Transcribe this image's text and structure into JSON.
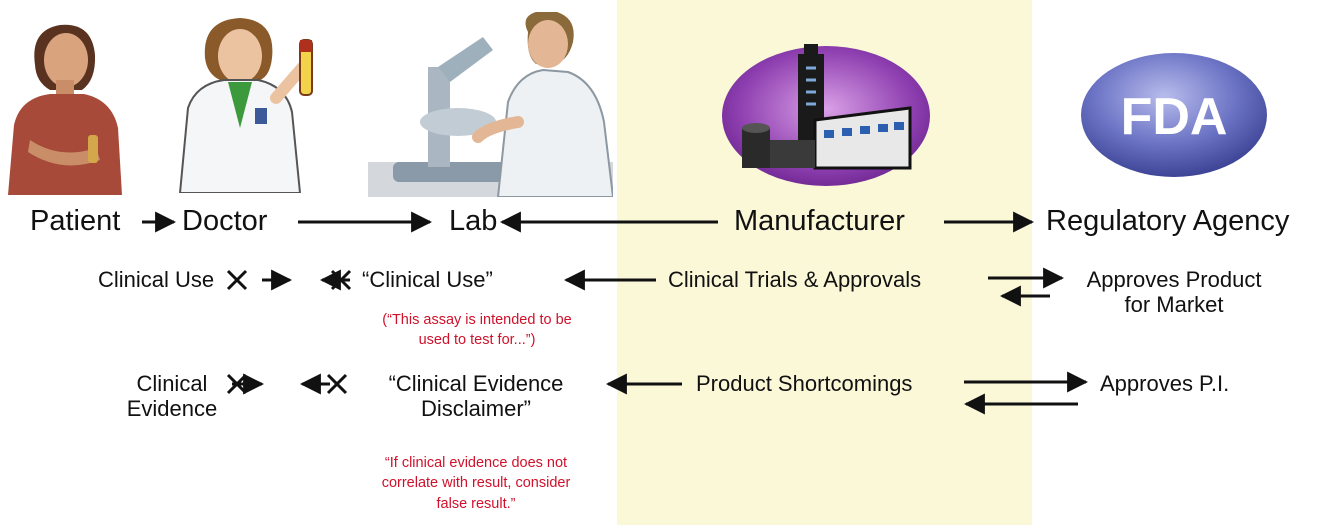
{
  "actors": {
    "patient": "Patient",
    "doctor": "Doctor",
    "lab": "Lab",
    "manufacturer": "Manufacturer",
    "regulator": "Regulatory Agency",
    "fda_logo": "FDA"
  },
  "row1": {
    "clinical_use": "Clinical Use",
    "quoted_clinical_use": "“Clinical Use”",
    "trials": "Clinical Trials & Approvals",
    "approves_line1": "Approves Product",
    "approves_line2": "for Market",
    "note_line1": "(“This assay is intended to be",
    "note_line2": "used to test for...”)"
  },
  "row2": {
    "clinical_line1": "Clinical",
    "clinical_line2": "Evidence",
    "disclaimer_line1": "“Clinical Evidence",
    "disclaimer_line2": "Disclaimer”",
    "shortcomings": "Product Shortcomings",
    "approves_pi": "Approves P.I.",
    "note_line1": "“If clinical evidence does not",
    "note_line2": "correlate with result, consider",
    "note_line3": "false result.”"
  },
  "colors": {
    "highlight_band": "#fbf8d8",
    "note_red": "#d0112b",
    "fda_oval": "#6a72c4",
    "factory_oval": "#8e3fb0"
  },
  "icons": {
    "patient": "patient-illustration",
    "doctor": "doctor-illustration",
    "lab": "lab-technician-microscope-illustration",
    "manufacturer": "factory-building-icon",
    "regulator": "fda-logo"
  }
}
